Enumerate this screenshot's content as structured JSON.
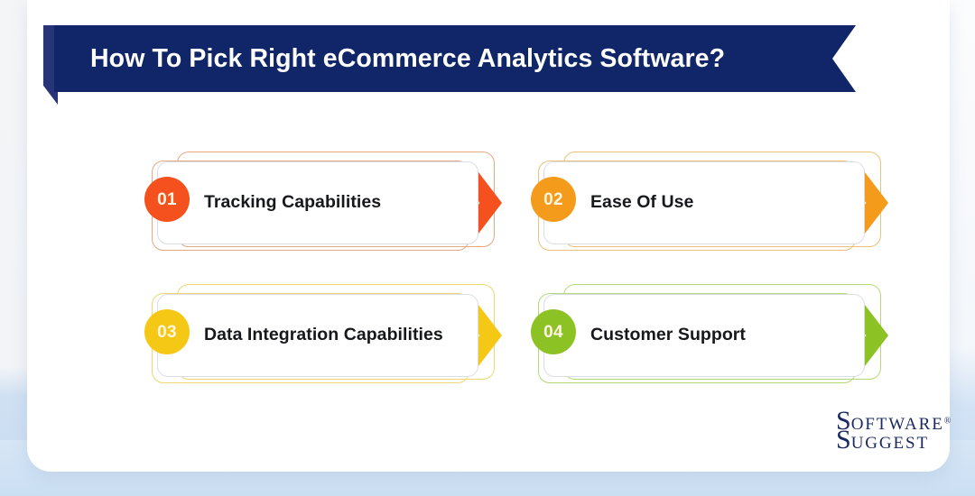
{
  "header": {
    "title": "How To Pick Right eCommerce Analytics Software?",
    "ribbon_color": "#102668",
    "ribbon_tail_color": "#15246c",
    "title_color": "#ffffff"
  },
  "page": {
    "background_color": "#ffffff",
    "backdrop_blue": "#cbdff3",
    "card_background": "#ffffff"
  },
  "cards": [
    {
      "number": "01",
      "label": "Tracking Capabilities",
      "accent": "#F4511E",
      "accent_soft": "#e8a882",
      "number_color": "#fdf6e3"
    },
    {
      "number": "02",
      "label": "Ease Of Use",
      "accent": "#F59B1C",
      "accent_soft": "#edc178",
      "number_color": "#fdf6e3"
    },
    {
      "number": "03",
      "label": "Data Integration Capabilities",
      "accent": "#F6C816",
      "accent_soft": "#efd870",
      "number_color": "#fdf6e3"
    },
    {
      "number": "04",
      "label": "Customer Support",
      "accent": "#8CC224",
      "accent_soft": "#b4da75",
      "number_color": "#fdf6e3"
    }
  ],
  "brand": {
    "line1_cap": "S",
    "line1_rest": "OFTWARE",
    "registered_mark": "®",
    "line2_cap": "S",
    "line2_rest": "UGGEST",
    "color": "#1b2a62"
  }
}
